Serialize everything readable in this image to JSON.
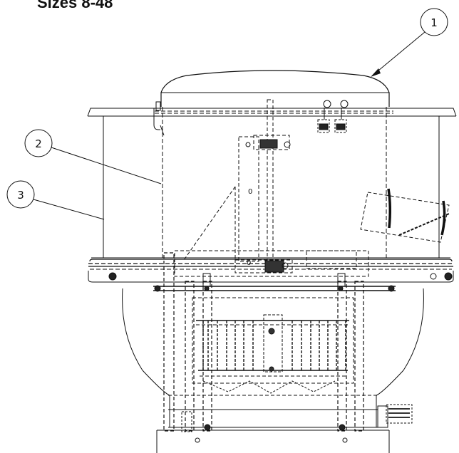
{
  "drawing": {
    "title": "Sizes 8-48",
    "callouts": [
      {
        "number": "1"
      },
      {
        "number": "2"
      },
      {
        "number": "3"
      }
    ]
  }
}
